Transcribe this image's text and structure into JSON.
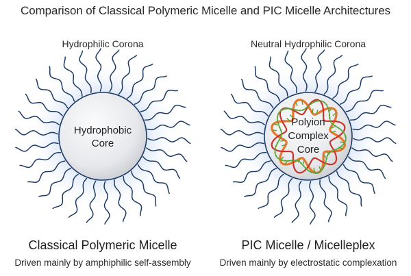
{
  "title": "Comparison of Classical Polymeric Micelle and PIC Micelle Architectures",
  "left_panel": {
    "corona_label": "Hydrophilic Corona",
    "core_label_line1": "Hydrophobic",
    "core_label_line2": "Core",
    "name": "Classical Polymeric Micelle",
    "description": "Driven mainly by amphiphilic self-assembly"
  },
  "right_panel": {
    "corona_label": "Neutral Hydrophilic Corona",
    "core_label_line1": "Polyion",
    "core_label_line2": "Complex",
    "core_label_line3": "Core",
    "name": "PIC Micelle / Micelleplex",
    "description": "Driven mainly by electrostatic complexation"
  },
  "colors": {
    "chain": "#1d3a66",
    "halo": "#7fa9e6",
    "core_fill": "#e9ebee",
    "strand_orange": "#e8762d",
    "strand_red": "#c8342c",
    "strand_green": "#5aa336"
  }
}
